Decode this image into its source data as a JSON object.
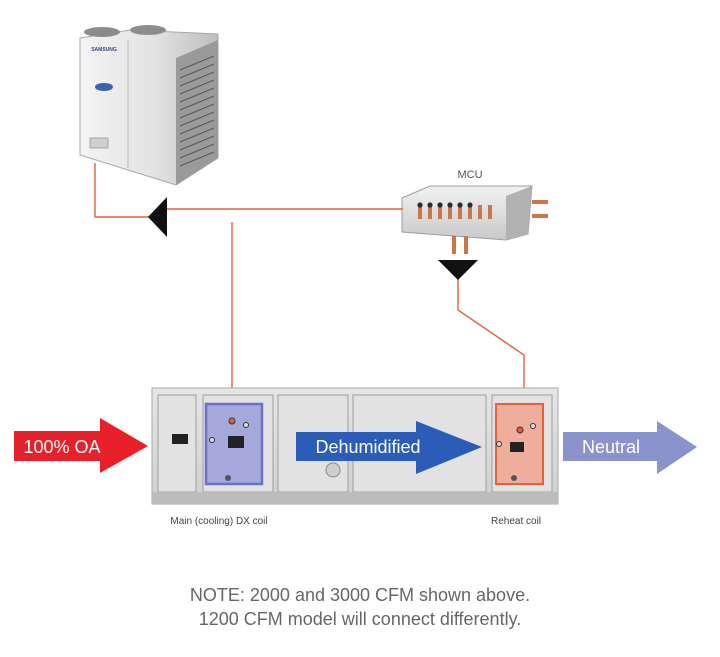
{
  "labels": {
    "mcu": "MCU",
    "outdoor_brand": "SAMSUNG",
    "inlet_arrow": "100% OA",
    "middle_arrow": "Dehumidified",
    "outlet_arrow": "Neutral",
    "main_coil": "Main (cooling) DX coil",
    "reheat_coil": "Reheat coil"
  },
  "note": {
    "line1": "NOTE: 2000 and 3000 CFM shown above.",
    "line2": "1200 CFM model will connect differently."
  },
  "colors": {
    "pipe": "#e8603a",
    "inlet_arrow": "#e8202a",
    "middle_arrow": "#2a5cb8",
    "outlet_arrow": "#8a93cc",
    "main_coil_fill": "#9a9ed8",
    "reheat_coil_fill": "#f0a48e",
    "cabinet": "#dcdcdc",
    "flow_marker": "#111111"
  }
}
